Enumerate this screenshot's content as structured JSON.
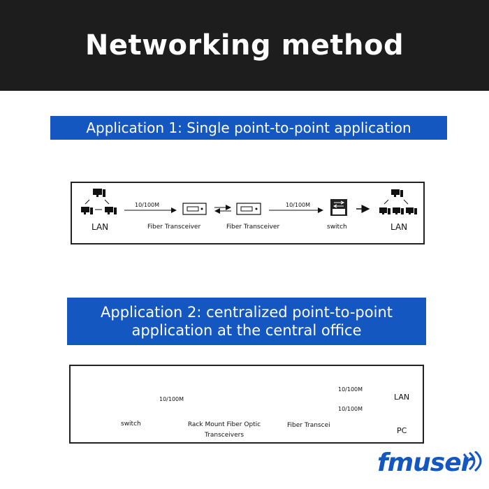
{
  "header": {
    "title": "Networking method"
  },
  "app1": {
    "banner": "Application 1: Single point-to-point application",
    "lan_left": "LAN",
    "rate1": "10/100M",
    "fiber_transceiver_1": "Fiber Transceiver",
    "fiber_transceiver_2": "Fiber Transceiver",
    "rate2": "10/100M",
    "switch": "switch",
    "lan_right": "LAN"
  },
  "app2": {
    "banner": "Application 2: centralized point-to-point application at the central office",
    "switch": "switch",
    "rate1": "10/100M",
    "rack_mount": "Rack Mount Fiber Optic Transceivers",
    "fiber_transceiver": "Fiber Transcei",
    "rate2": "10/100M",
    "rate3": "10/100M",
    "lan": "LAN",
    "pc": "PC"
  },
  "brand": {
    "logo": "FMUSER",
    "color": "#1457c0"
  }
}
